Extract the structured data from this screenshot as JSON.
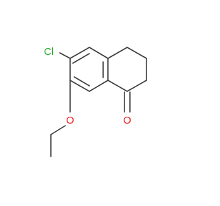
{
  "atoms": {
    "chlorine": {
      "label": "Cl",
      "color": "#1faa1f"
    },
    "ether_oxygen": {
      "label": "O",
      "color": "#ee1c1c"
    },
    "carbonyl_oxygen": {
      "label": "O",
      "color": "#ee1c1c"
    }
  },
  "colors": {
    "bond": "#3a3a3a",
    "background": "#ffffff"
  }
}
